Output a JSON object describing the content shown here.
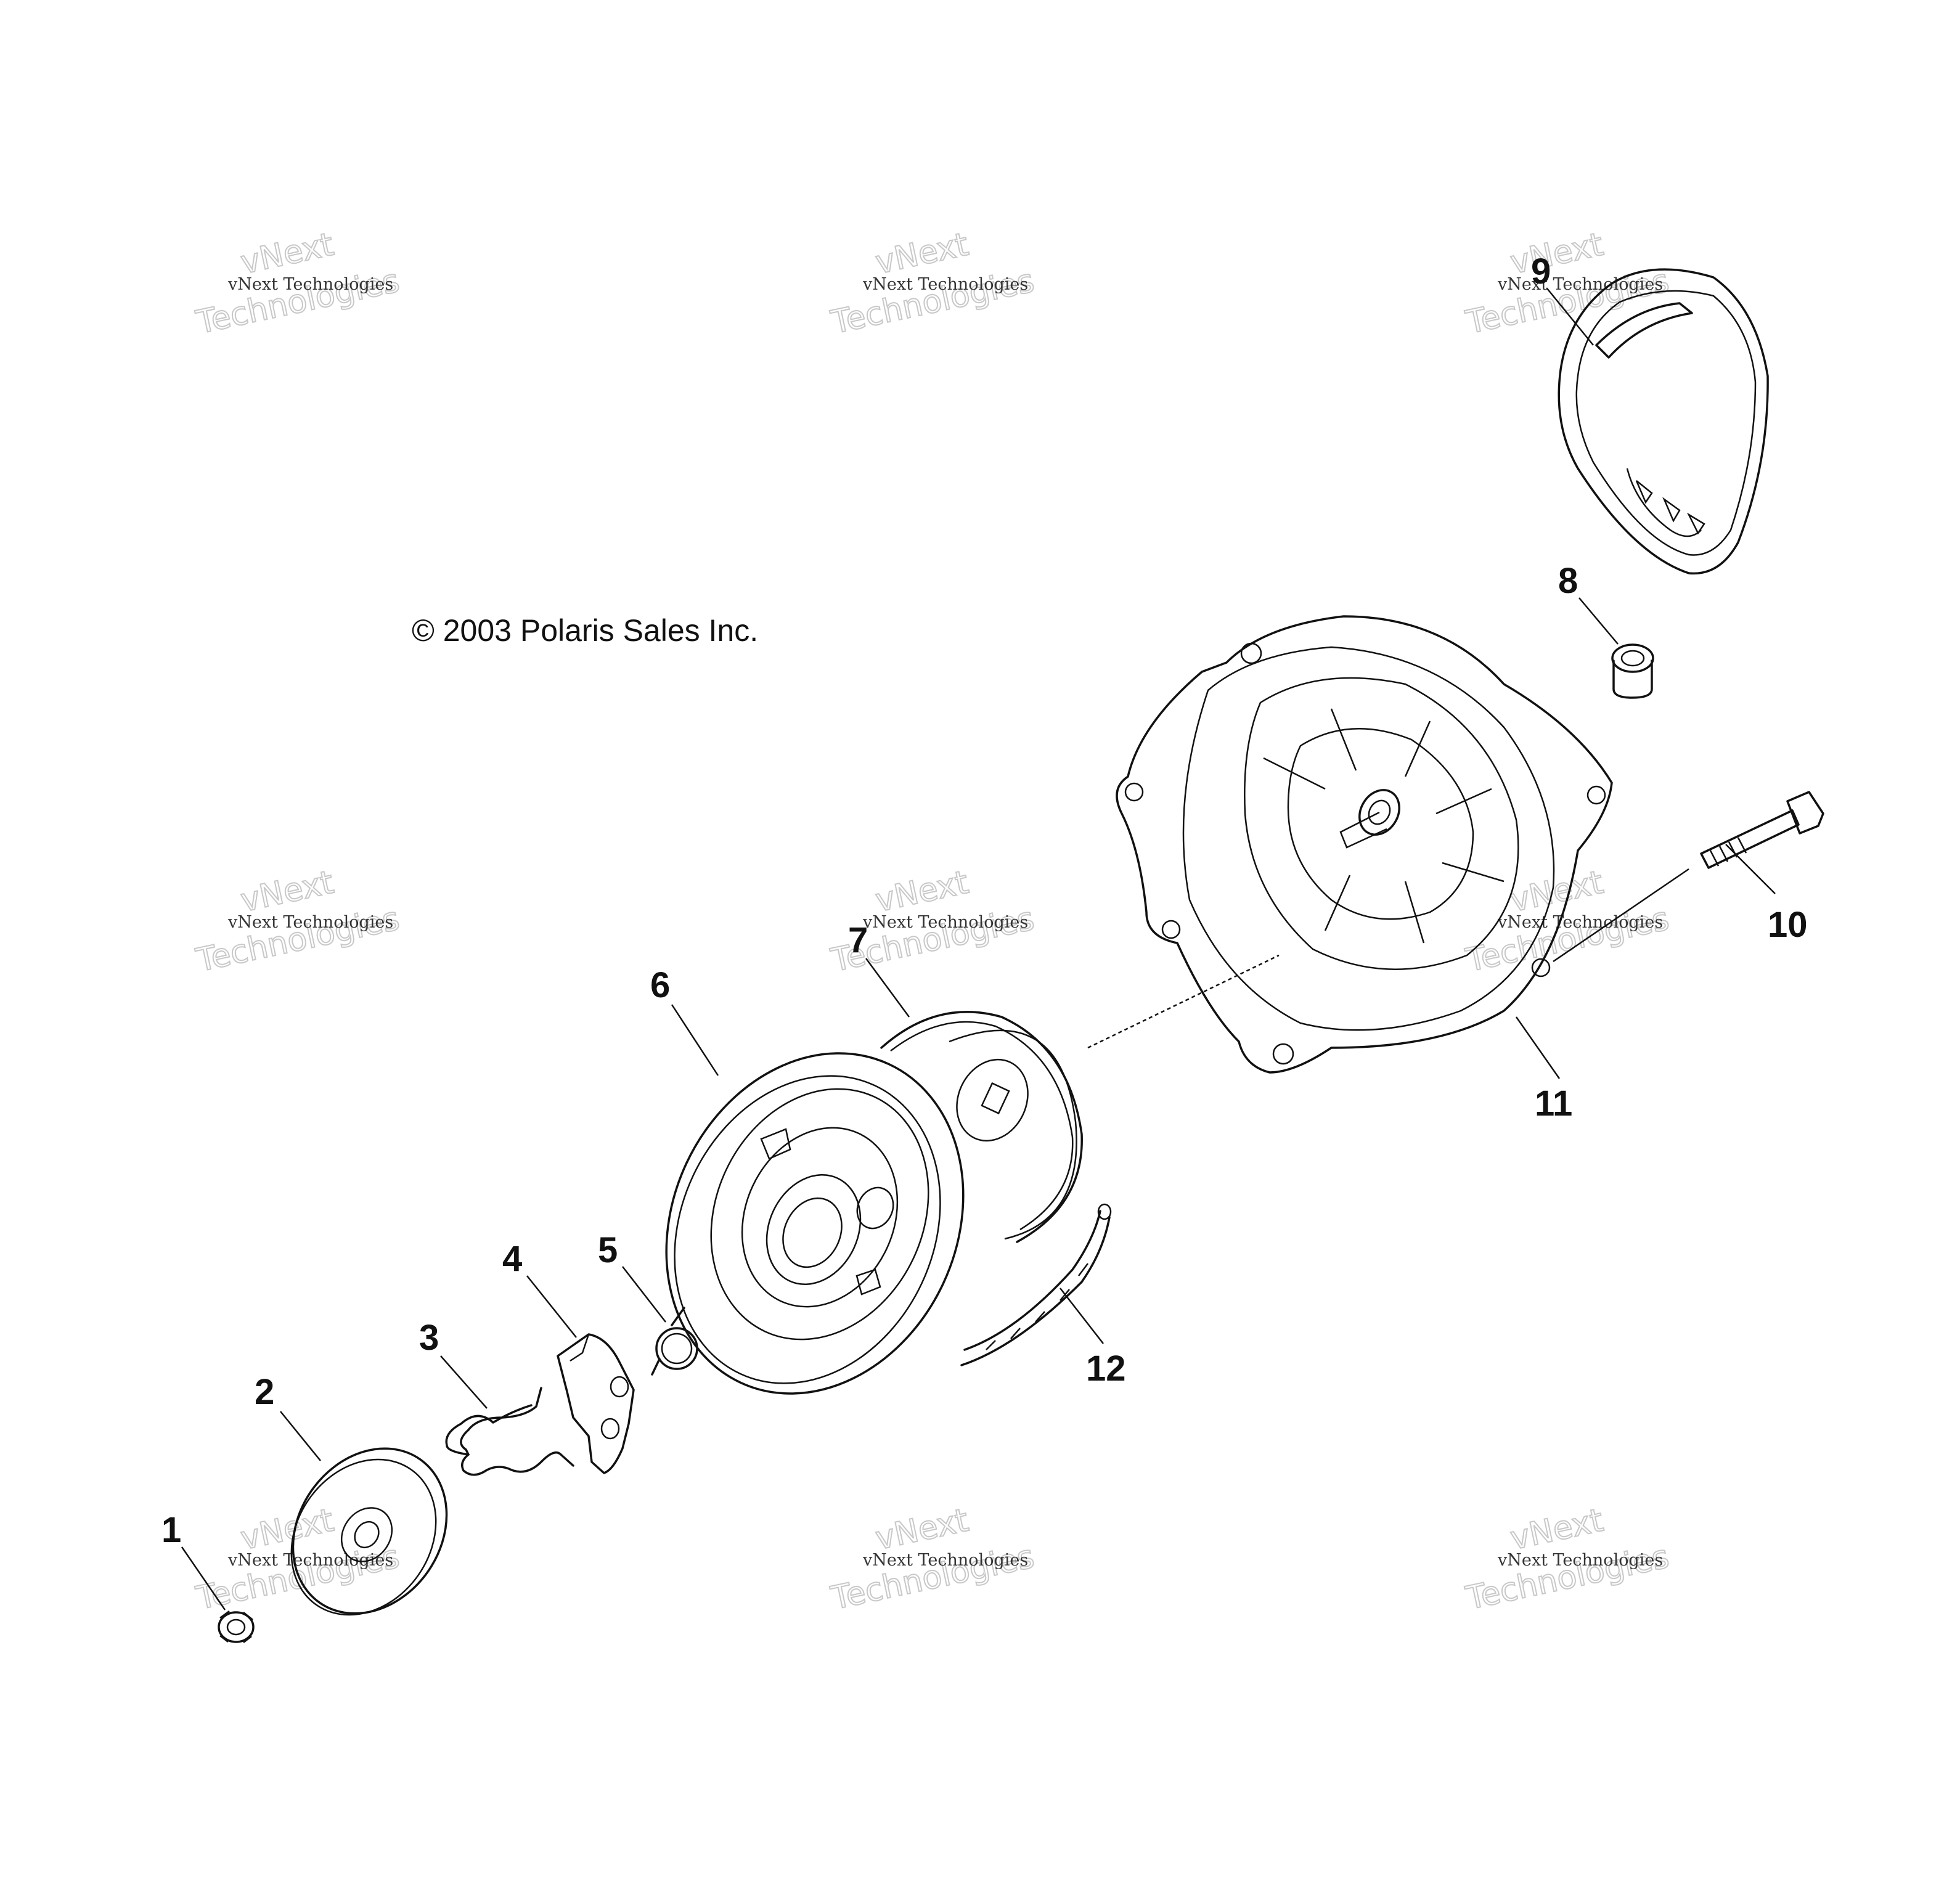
{
  "copyright": "© 2003 Polaris Sales Inc.",
  "watermark": {
    "small": "vNext Technologies",
    "big_line1": "vNext",
    "big_line2": "Technologies"
  },
  "callouts": [
    "1",
    "2",
    "3",
    "4",
    "5",
    "6",
    "7",
    "8",
    "9",
    "10",
    "11",
    "12"
  ]
}
